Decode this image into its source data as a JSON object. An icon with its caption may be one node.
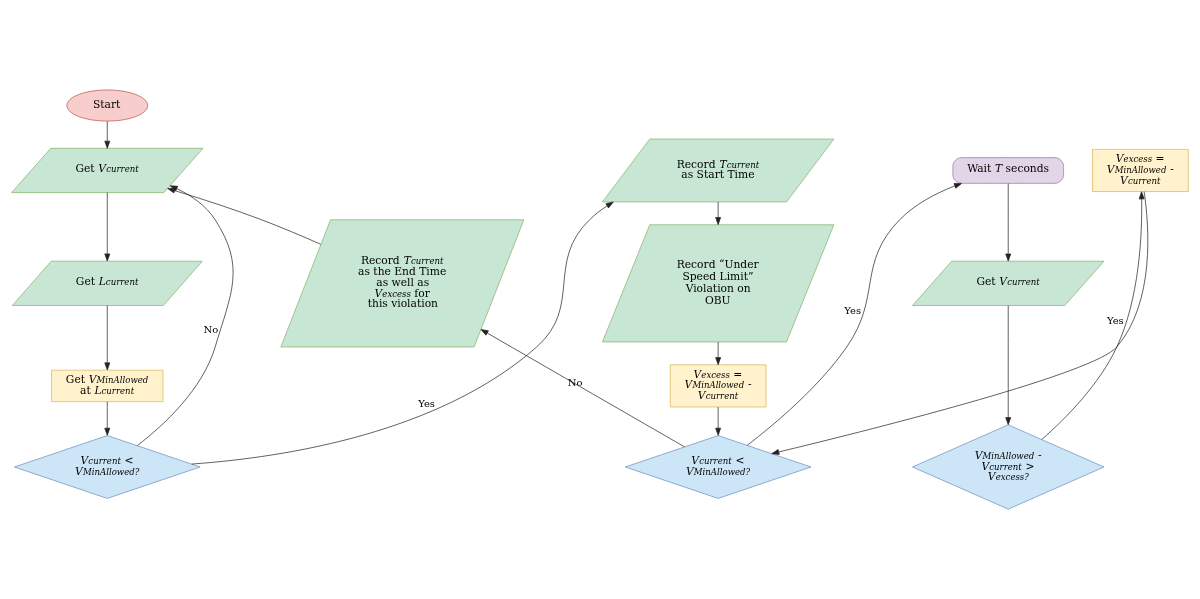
{
  "diagram": {
    "nodes": [
      {
        "text": [
          "Start"
        ]
      },
      {
        "text": [
          "Get *V*$_{current}$"
        ]
      },
      {
        "text": [
          "Get *L*$_{current}$"
        ]
      },
      {
        "text": [
          "Get *V*$_{MinAllowed}$ at *L*$_{current}$"
        ]
      },
      {
        "text": [
          "*V*$_{current}$ < *V*$_{MinAllowed?}$"
        ]
      },
      {
        "text": [
          "Record *T*$_{current}$ as Start Time"
        ]
      },
      {
        "text": [
          "Record “Under Speed Limit” Violation on OBU"
        ]
      },
      {
        "text": [
          "*V*$_{excess}$ = *V*$_{MinAllowed}$ - *V*$_{current}$"
        ]
      },
      {
        "text": [
          "*V*$_{current}$ < *V*$_{MinAllowed?}$"
        ]
      },
      {
        "text": [
          "Wait *T* seconds"
        ]
      },
      {
        "text": [
          "Get *V*$_{current}$"
        ]
      },
      {
        "text": [
          "*V*$_{MinAllowed}$ - *V*$_{current}$ > *V*$_{excess?}$"
        ]
      },
      {
        "text": [
          "*V*$_{excess}$ = *V*$_{MinAllowed}$ - *V*$_{current}$"
        ]
      },
      {
        "text": [
          "Record *T*$_{current}$ as the End Time as well as *V*$_{excess}$ for this violation"
        ]
      }
    ],
    "edges": [
      {
        "from": 0,
        "to": 1,
        "arrow": "to"
      },
      {
        "from": 1,
        "to": 2,
        "arrow": "to"
      },
      {
        "from": 2,
        "to": 3,
        "arrow": "to"
      },
      {
        "from": 3,
        "to": 4,
        "arrow": "to"
      },
      {
        "from": 4,
        "to": 1,
        "arrow": "to",
        "label": "No"
      },
      {
        "from": 4,
        "to": 5,
        "arrow": "to",
        "label": "Yes"
      },
      {
        "from": 5,
        "to": 6,
        "arrow": "to"
      },
      {
        "from": 6,
        "to": 7,
        "arrow": "to"
      },
      {
        "from": 7,
        "to": 8,
        "arrow": "to"
      },
      {
        "from": 8,
        "to": 13,
        "arrow": "to",
        "label": "No"
      },
      {
        "from": 8,
        "to": 9,
        "arrow": "to",
        "label": "Yes"
      },
      {
        "from": 9,
        "to": 10,
        "arrow": "to"
      },
      {
        "from": 10,
        "to": 11,
        "arrow": "to"
      },
      {
        "from": 11,
        "to": 12,
        "arrow": "to",
        "label": "Yes"
      },
      {
        "from": 12,
        "to": 8,
        "arrow": "to"
      },
      {
        "from": 13,
        "to": 1,
        "arrow": "to"
      }
    ]
  }
}
